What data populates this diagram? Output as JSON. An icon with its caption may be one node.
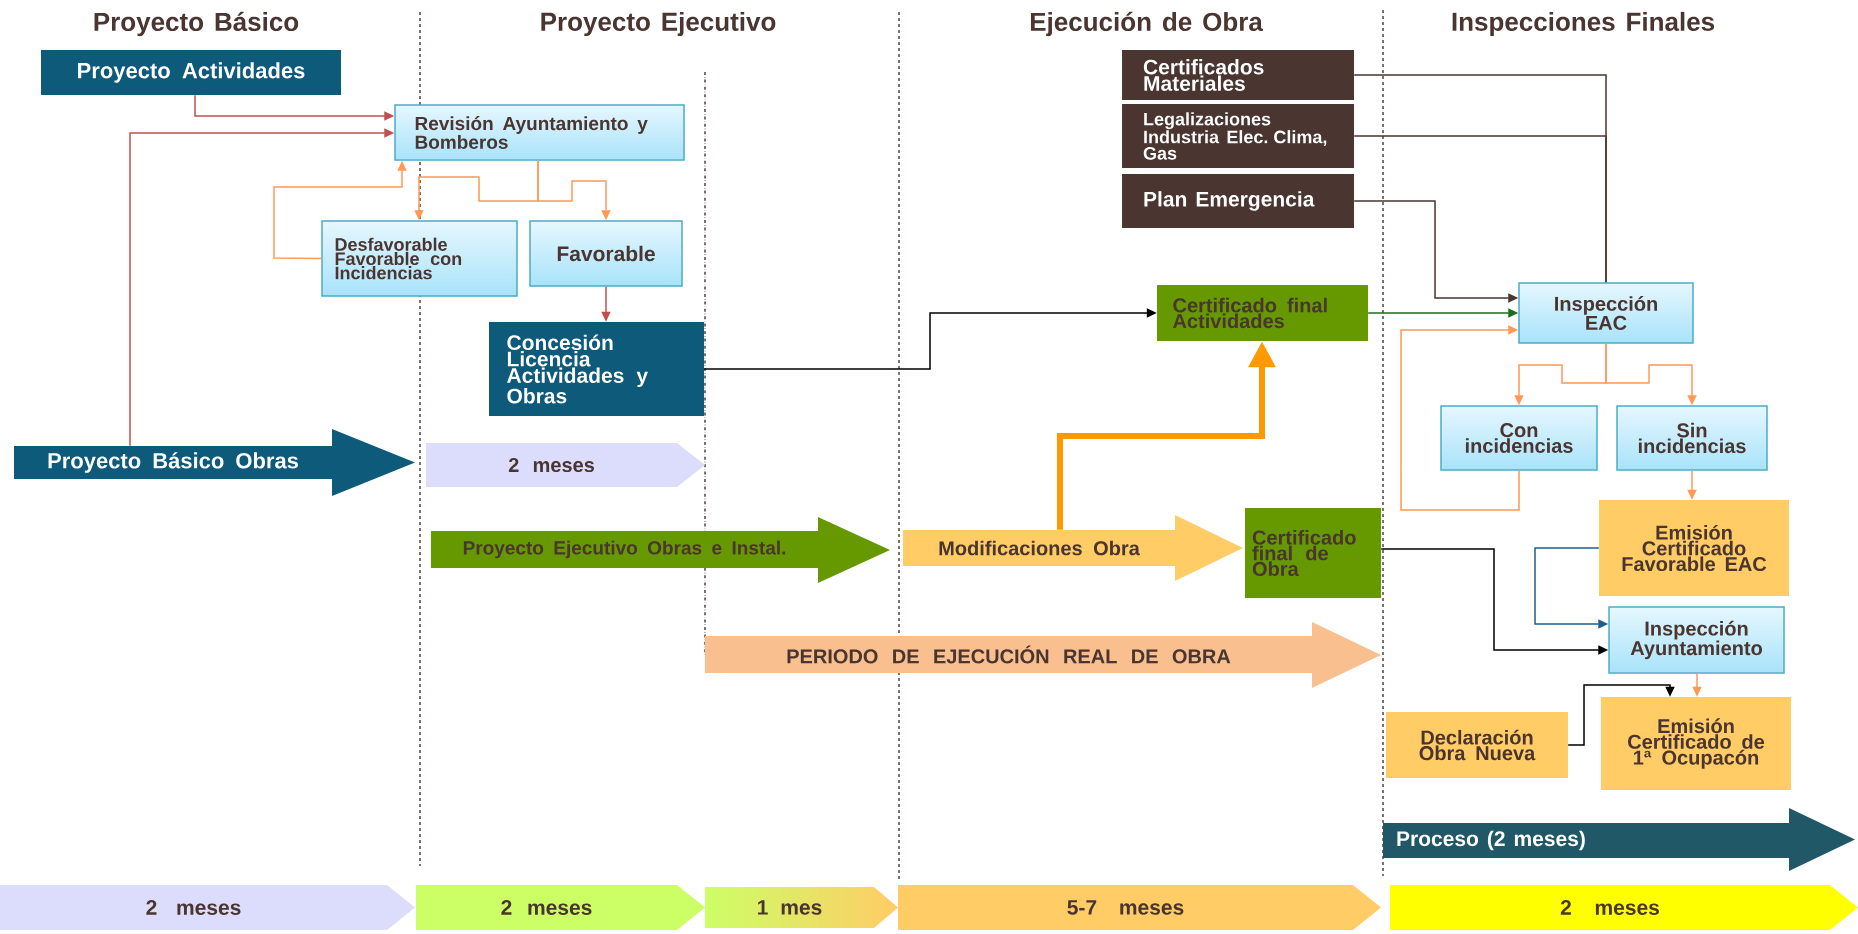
{
  "diagram": {
    "nodes": [
      {
        "text": [
          "Proyecto Actividades"
        ]
      },
      {
        "text": [
          "Revisión Ayuntamiento y Bomberos"
        ]
      },
      {
        "text": [
          "Desfavorable Favorable con Incidencias"
        ]
      },
      {
        "text": [
          "Favorable"
        ]
      },
      {
        "text": [
          "Concesión Licencia Actividades y Obras"
        ]
      },
      {
        "text": [
          "Proyecto Básico Obras"
        ]
      },
      {
        "text": [
          "2 meses"
        ]
      },
      {
        "text": [
          "Proyecto Ejecutivo Obras e Instal."
        ]
      },
      {
        "text": [
          "Modificaciones Obra"
        ]
      },
      {
        "text": [
          "Certificado final de Obra"
        ]
      },
      {
        "text": [
          "PERIODO DE EJECUCIÓN REAL DE OBRA"
        ]
      },
      {
        "text": [
          "Certificados Materiales"
        ]
      },
      {
        "text": [
          "Legalizaciones Industria Elec. Clima, Gas"
        ]
      },
      {
        "text": [
          "Plan Emergencia"
        ]
      },
      {
        "text": [
          "Certificado final Actividades"
        ]
      },
      {
        "text": [
          "Inspección EAC"
        ]
      },
      {
        "text": [
          "Con incidencias"
        ]
      },
      {
        "text": [
          "Sin incidencias"
        ]
      },
      {
        "text": [
          "Emisión Certificado Favorable EAC"
        ]
      },
      {
        "text": [
          "Inspección Ayuntamiento"
        ]
      },
      {
        "text": [
          "Declaración Obra Nueva"
        ]
      },
      {
        "text": [
          "Emisión Certificado de 1ª Ocupacón"
        ]
      },
      {
        "text": [
          "Proceso (2 meses)"
        ]
      },
      {
        "text": [
          "2 meses"
        ]
      },
      {
        "text": [
          "2 meses"
        ]
      },
      {
        "text": [
          "1 mes"
        ]
      },
      {
        "text": [
          "5-7 meses"
        ]
      },
      {
        "text": [
          "2 meses"
        ]
      }
    ],
    "edges": [
      {
        "from": 0,
        "to": 1,
        "arrow": "to",
        "color": "#c0504d"
      },
      {
        "from": 5,
        "to": 1,
        "arrow": "to",
        "color": "#c0504d"
      },
      {
        "from": 1,
        "to": 2,
        "arrow": "to"
      },
      {
        "from": 1,
        "to": 3,
        "arrow": "to"
      },
      {
        "from": 2,
        "to": 1,
        "arrow": "to"
      },
      {
        "from": 3,
        "to": 4,
        "arrow": "to",
        "color": "#c0504d"
      },
      {
        "from": 4,
        "to": 14,
        "arrow": "to",
        "color": "#000000"
      },
      {
        "from": 8,
        "to": 14,
        "arrow": "to",
        "style": "thick",
        "color": "#ff9900"
      },
      {
        "from": 11,
        "to": 15,
        "arrow": "none",
        "color": "#4a3530"
      },
      {
        "from": 12,
        "to": 15,
        "arrow": "none",
        "color": "#4a3530"
      },
      {
        "from": 13,
        "to": 15,
        "arrow": "to",
        "color": "#4a3530"
      },
      {
        "from": 14,
        "to": 15,
        "arrow": "to",
        "color": "#1a6e1a"
      },
      {
        "from": 15,
        "to": 16,
        "arrow": "to"
      },
      {
        "from": 15,
        "to": 17,
        "arrow": "to"
      },
      {
        "from": 16,
        "to": 15,
        "arrow": "to"
      },
      {
        "from": 17,
        "to": 18,
        "arrow": "to"
      },
      {
        "from": 9,
        "to": 19,
        "arrow": "to",
        "color": "#000000"
      },
      {
        "from": 18,
        "to": 19,
        "arrow": "to",
        "color": "#1f5f8b"
      },
      {
        "from": 19,
        "to": 21,
        "arrow": "to"
      },
      {
        "from": 20,
        "to": 21,
        "arrow": "to",
        "color": "#000000"
      }
    ],
    "labels": [
      "Proyecto Básico",
      "Proyecto Ejecutivo",
      "Ejecución de Obra",
      "Inspecciones Finales"
    ]
  }
}
